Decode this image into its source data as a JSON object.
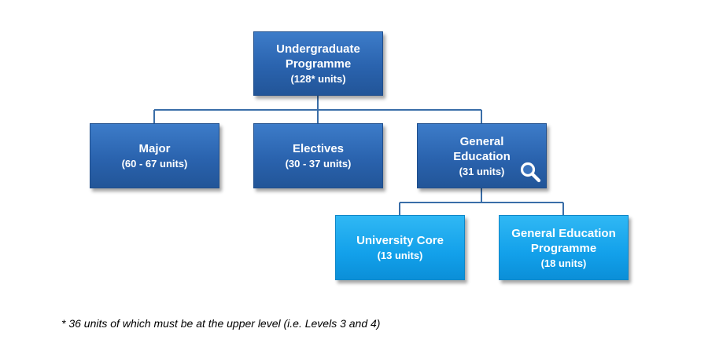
{
  "nodes": {
    "root": {
      "title_line1": "Undergraduate",
      "title_line2": "Programme",
      "units": "(128* units)"
    },
    "major": {
      "title": "Major",
      "units": "(60 - 67 units)"
    },
    "electives": {
      "title": "Electives",
      "units": "(30 - 37 units)"
    },
    "general_education": {
      "title_line1": "General",
      "title_line2": "Education",
      "units": "(31 units)",
      "icon": "magnifier-icon"
    },
    "university_core": {
      "title": "University Core",
      "units": "(13 units)"
    },
    "general_education_programme": {
      "title_line1": "General Education",
      "title_line2": "Programme",
      "units": "(18 units)"
    }
  },
  "footnote": "* 36 units of which must be at the upper level (i.e. Levels 3 and 4)",
  "colors": {
    "level1_box": "#2a63ae",
    "level2_box": "#12a0ea",
    "connector": "#3a6ea8"
  }
}
